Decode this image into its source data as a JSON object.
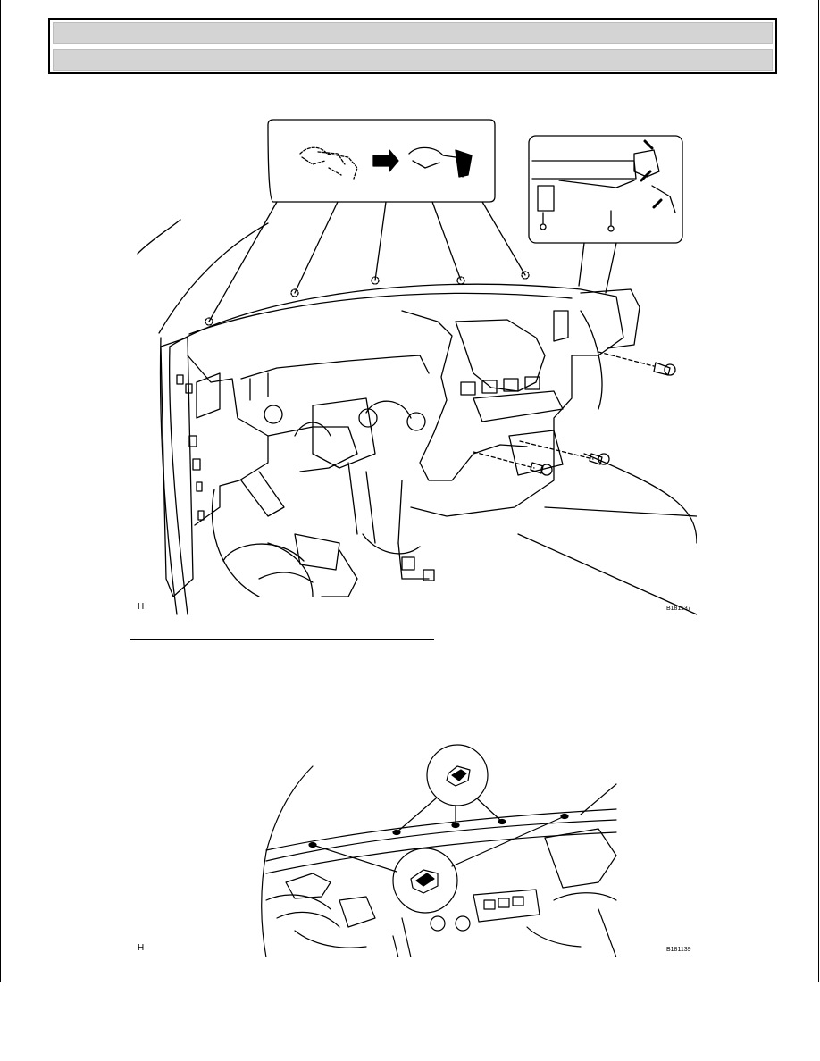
{
  "header": {
    "bar_title": "",
    "bar_subtitle": ""
  },
  "figures": [
    {
      "label": "H",
      "code": "B181137"
    },
    {
      "label": "H",
      "code": "B181139"
    }
  ]
}
